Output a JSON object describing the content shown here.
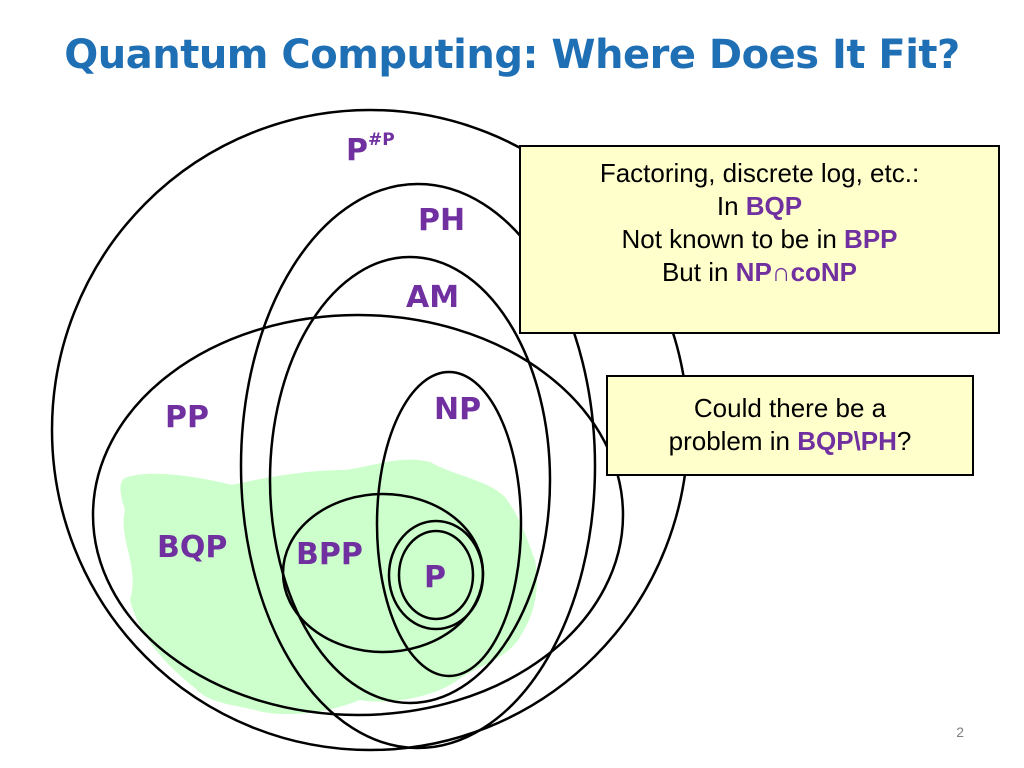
{
  "slide": {
    "title": "Quantum Computing: Where Does It Fit?",
    "page_number": "2"
  },
  "colors": {
    "title": "#1F6FB5",
    "class_label": "#7030A0",
    "bqp_region": "#CCFFCC",
    "note_fill": "#FFFFCC"
  },
  "classes": {
    "p_sharp_p": {
      "base": "P",
      "sup": "#P"
    },
    "ph": "PH",
    "am": "AM",
    "pp": "PP",
    "np": "NP",
    "bqp": "BQP",
    "bpp": "BPP",
    "p": "P"
  },
  "note_factoring": {
    "line1": "Factoring, discrete log, etc.:",
    "line2_prefix": "In ",
    "line2_highlight": "BQP",
    "line3_prefix": "Not known to be in ",
    "line3_highlight": "BPP",
    "line4_prefix": "But in ",
    "line4_highlight": "NP∩coNP"
  },
  "note_question": {
    "line1": "Could there be a",
    "line2_prefix": "problem in ",
    "line2_highlight": "BQP\\PH",
    "line2_suffix": "?"
  }
}
